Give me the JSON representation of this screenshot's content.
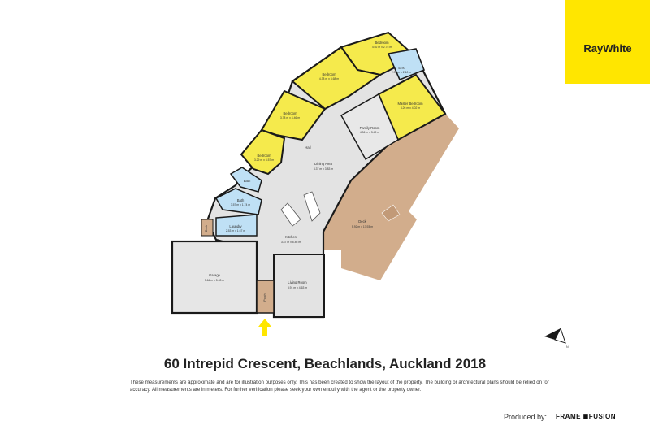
{
  "brand": {
    "logo_text": "RayWhite",
    "logo_color": "#ffe600"
  },
  "title": "60 Intrepid Crescent, Beachlands, Auckland 2018",
  "disclaimer": "These measurements are approximate and are for illustration purposes only. This has been created to show the layout of the property. The building or architectural plans should be relied on for accuracy. All measurements are in meters. For further verification please seek your own enquiry with the agent or the property owner.",
  "footer": {
    "produced_by": "Produced by:",
    "producer": "FRAME ◼FUSION"
  },
  "compass_label": "N",
  "colors": {
    "bedroom": "#f5ea4c",
    "wet": "#bfe0f5",
    "deck": "#d2ad8c",
    "floor": "#e3e3e3",
    "wall": "#1a1a1a",
    "arrow": "#ffe600"
  },
  "rooms": {
    "bedroom1": {
      "name": "Bedroom",
      "dims": "4.02 m x 2.75 m"
    },
    "bedroom2": {
      "name": "Bedroom",
      "dims": "4.38 m x 3.68 m"
    },
    "ensuite": {
      "name": "Ens",
      "dims": "2.90 m x 2.10 m"
    },
    "master": {
      "name": "Master Bedroom",
      "dims": "4.26 m x 4.02 m"
    },
    "bedroom3": {
      "name": "Bedroom",
      "dims": "3.78 m x 4.46 m"
    },
    "bedroom4": {
      "name": "Bedroom",
      "dims": "3.29 m x 3.57 m"
    },
    "family": {
      "name": "Family Room",
      "dims": "4.06 m x 3.49 m"
    },
    "hall": {
      "name": "Hall"
    },
    "dining": {
      "name": "Dining Area",
      "dims": "4.37 m x 3.83 m"
    },
    "bath1": {
      "name": "Bath"
    },
    "bath2": {
      "name": "Bath",
      "dims": "3.57 m x 1.74 m"
    },
    "laundry": {
      "name": "Laundry",
      "dims": "2.53 m x 1.67 m"
    },
    "deck_small": {
      "name": "Deck"
    },
    "kitchen": {
      "name": "Kitchen",
      "dims": "3.87 m x 5.46 m"
    },
    "deck": {
      "name": "Deck",
      "dims": "5.92 m x 17.93 m"
    },
    "garage": {
      "name": "Garage",
      "dims": "5.64 m x 5.63 m"
    },
    "living": {
      "name": "Living Room",
      "dims": "3.91 m x 4.63 m"
    },
    "porch": {
      "name": "Porch"
    }
  }
}
